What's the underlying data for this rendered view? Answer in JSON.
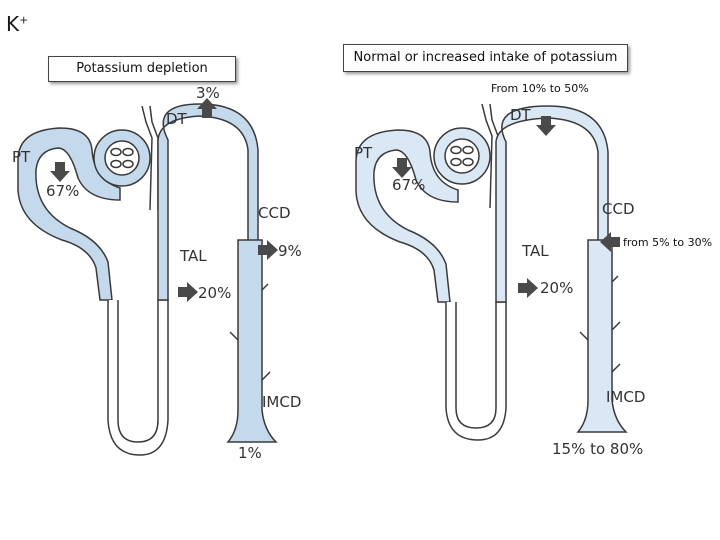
{
  "title": {
    "symbol": "K",
    "charge": "+"
  },
  "left_panel": {
    "heading": "Potassium depletion",
    "segments": {
      "pt": "PT",
      "dt": "DT",
      "tal": "TAL",
      "ccd": "CCD",
      "imcd": "IMCD"
    },
    "values": {
      "dt": "3%",
      "pt": "67%",
      "ccd": "9%",
      "tal": "20%",
      "imcd": "1%"
    }
  },
  "right_panel": {
    "heading": "Normal or increased intake of potassium",
    "segments": {
      "pt": "PT",
      "dt": "DT",
      "tal": "TAL",
      "ccd": "CCD",
      "imcd": "IMCD"
    },
    "values": {
      "dt": "From 10% to 50%",
      "pt": "67%",
      "ccd": "from 5% to 30%",
      "tal": "20%",
      "imcd": "15% to 80%"
    }
  },
  "colors": {
    "tubule_fill": "#c4d9ec",
    "tubule_fill_light": "#d9e8f4",
    "tubule_stroke": "#3a3a3a",
    "arrow": "#4a4a4a"
  }
}
